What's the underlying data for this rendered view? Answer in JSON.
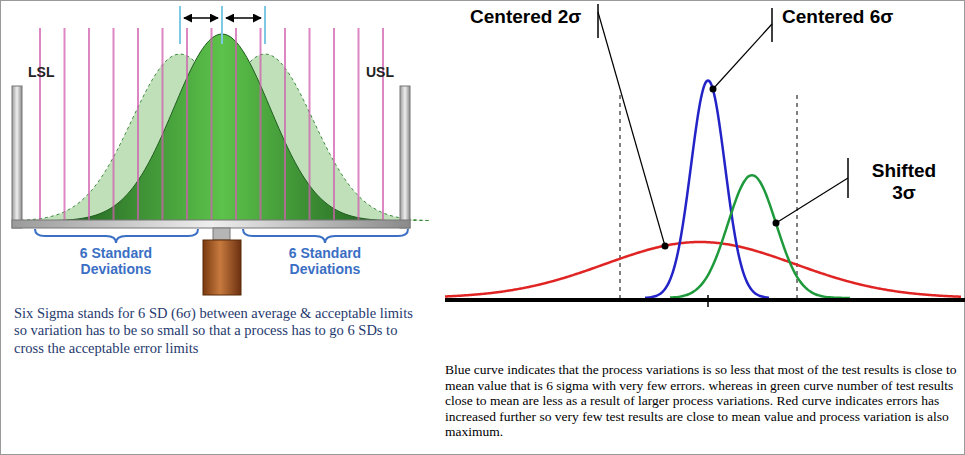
{
  "diagram": {
    "labels": [
      "LSL",
      "USL",
      "6 Standard Deviations",
      "6 Standard Deviations",
      "Six Sigma stands for 6 SD (6σ) between average & acceptable limits so variation has to be so small so that a process has to go 6 SDs to cross the acceptable error limits",
      "Centered 2σ",
      "Centered 6σ",
      "Shifted 3σ",
      "Blue curve indicates that the process variations is so less that most of the test results is close to mean value that is 6 sigma with very few errors. whereas in green curve number of test results close to mean are less as a result of larger process variations. Red curve indicates errors has increased further so very few test results are close to mean value and process variation is also maximum."
    ]
  }
}
